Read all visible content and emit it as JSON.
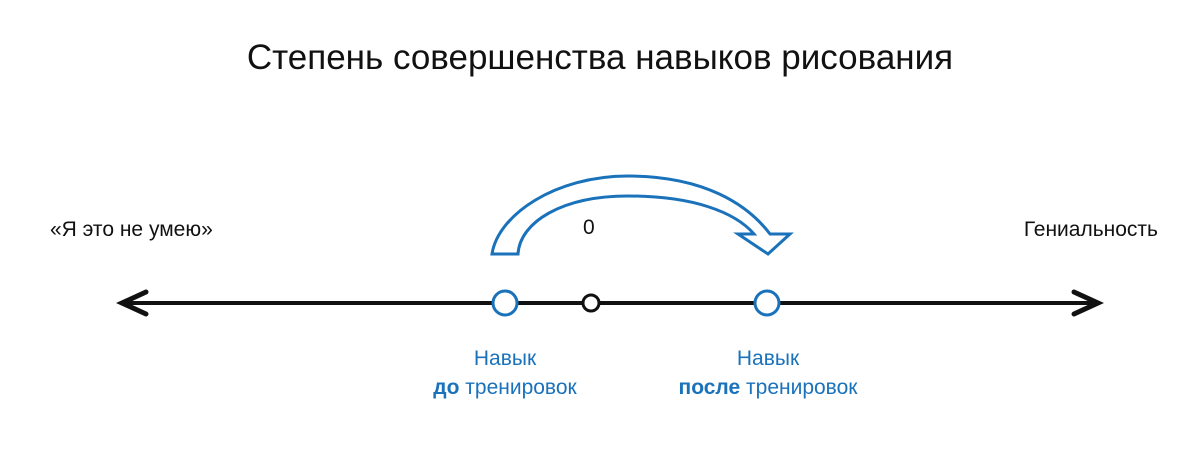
{
  "title": "Степень совершенства навыков рисования",
  "scale": {
    "left_label": "«Я это не умею»",
    "right_label": "Гениальность",
    "origin_label": "0"
  },
  "before": {
    "line1": "Навык",
    "emphasis": "до",
    "rest": " тренировок"
  },
  "after": {
    "line1": "Навык",
    "emphasis": "после",
    "rest": " тренировок"
  },
  "colors": {
    "accent": "#1a72bb",
    "axis": "#111111"
  }
}
